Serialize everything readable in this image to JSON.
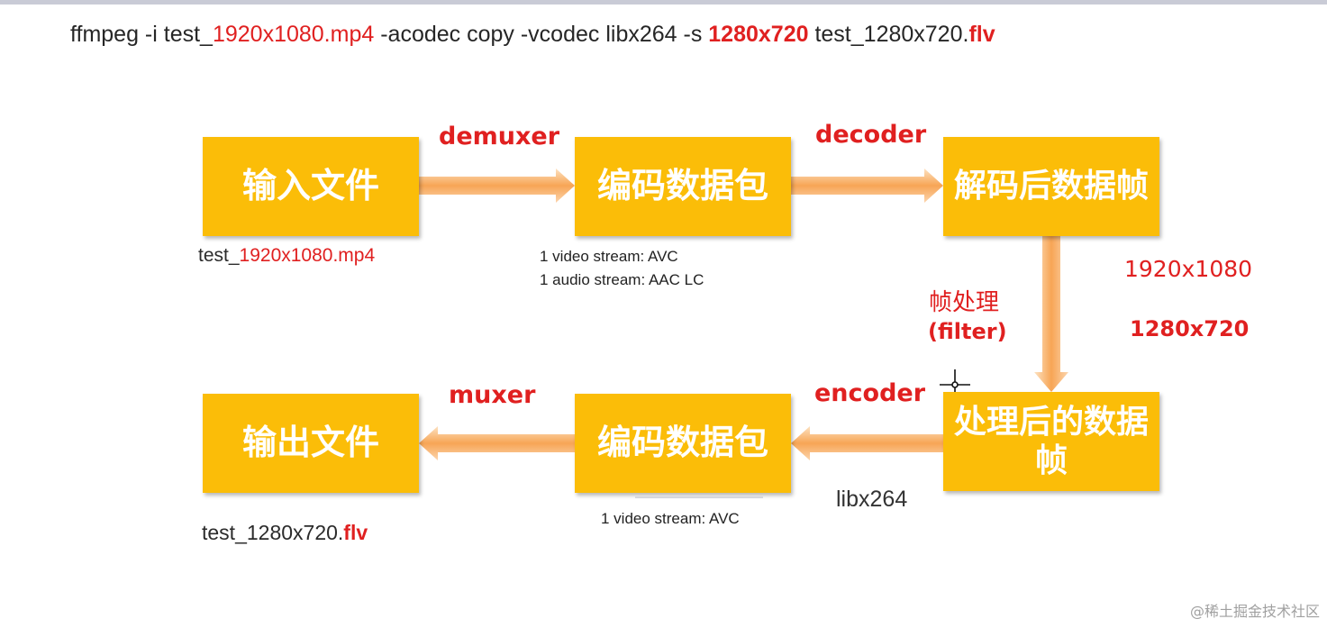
{
  "command": {
    "p1": "ffmpeg -i test_",
    "p2": "1920x1080.mp4",
    "p3": " -acodec copy -vcodec libx264 -s ",
    "p4": "1280x720",
    "p5": " test_1280x720.",
    "p6": "flv"
  },
  "nodes": {
    "input_file": "输入文件",
    "encoded_packets_top": "编码数据包",
    "decoded_frames": "解码后数据帧",
    "processed_frames": "处理后的数据帧",
    "encoded_packets_bottom": "编码数据包",
    "output_file": "输出文件"
  },
  "edges": {
    "demuxer": "demuxer",
    "decoder": "decoder",
    "encoder": "encoder",
    "muxer": "muxer"
  },
  "input_file_name": {
    "prefix": "test_",
    "highlight": "1920x1080.mp4"
  },
  "output_file_name": {
    "prefix": "test_1280x720.",
    "highlight": "flv"
  },
  "input_streams": [
    "1 video stream: AVC",
    "1 audio stream: AAC LC"
  ],
  "output_streams": [
    "1 video stream: AVC"
  ],
  "filter": {
    "label": "帧处理",
    "name": "(filter)"
  },
  "resolutions": {
    "from": "1920x1080",
    "to": "1280x720"
  },
  "encoder_lib": "libx264",
  "watermark": "@稀土掘金技术社区",
  "colors": {
    "box_fill": "#fbbd08",
    "box_text": "#ffffff",
    "highlight": "#e02020",
    "arrow_fill": "#f8a95c"
  }
}
